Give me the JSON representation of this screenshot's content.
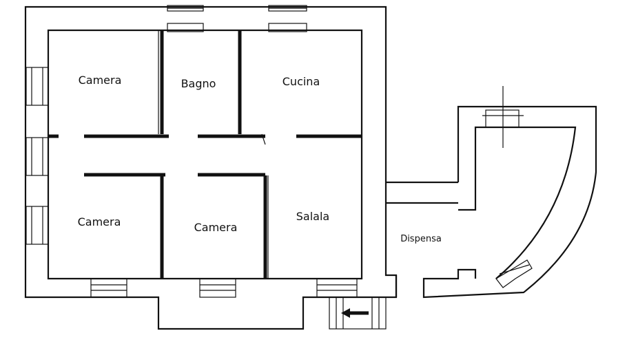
{
  "rooms": [
    {
      "id": "camera-top-left",
      "label": "Camera"
    },
    {
      "id": "bagno",
      "label": "Bagno"
    },
    {
      "id": "cucina",
      "label": "Cucina"
    },
    {
      "id": "camera-bottom-left",
      "label": "Camera"
    },
    {
      "id": "camera-bottom-middle",
      "label": "Camera"
    },
    {
      "id": "salala",
      "label": "Salala"
    },
    {
      "id": "dispensa",
      "label": "Dispensa"
    }
  ]
}
